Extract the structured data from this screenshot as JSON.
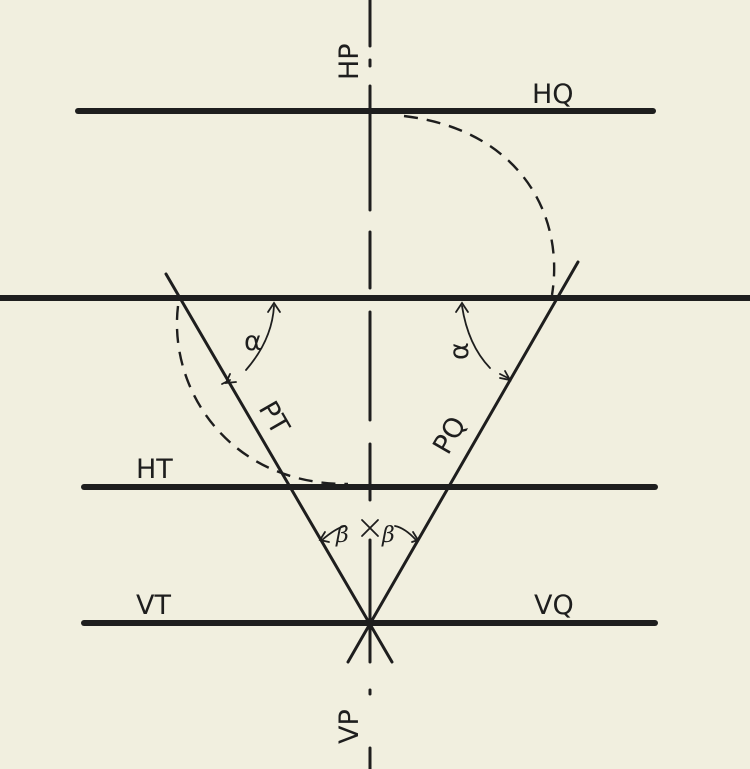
{
  "labels": {
    "hp": "HP",
    "vp": "VP",
    "hq": "HQ",
    "ht": "HT",
    "vt": "VT",
    "vq": "VQ",
    "pt": "PT",
    "pq": "PQ",
    "alpha": "α",
    "beta": "β"
  },
  "colors": {
    "ink": "#1e1e1e",
    "paper": "#f1efdf"
  }
}
